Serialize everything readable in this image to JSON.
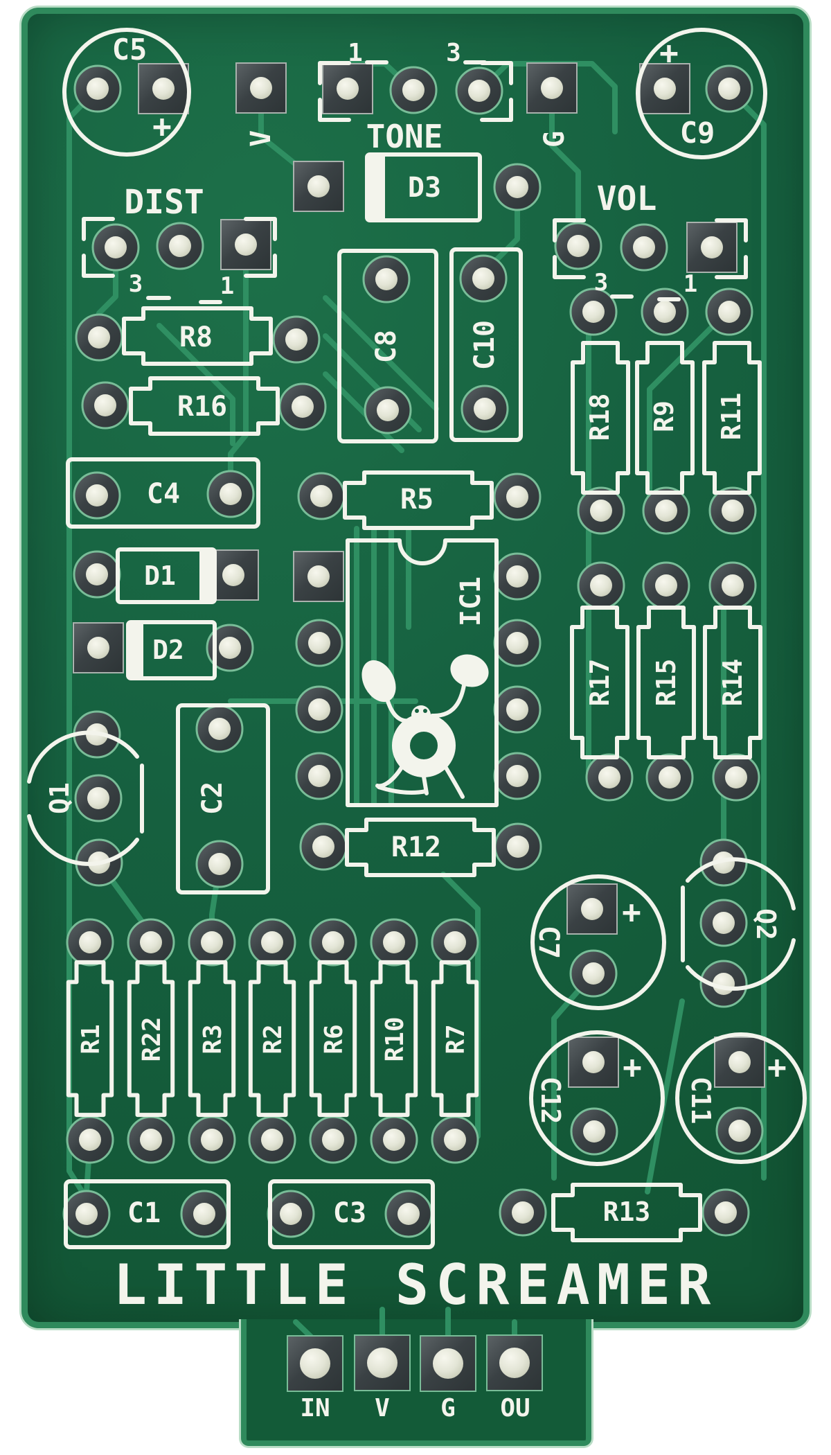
{
  "board": {
    "title": "LITTLE SCREAMER",
    "colors": {
      "pcb": "#166140",
      "trace": "#2f8f62",
      "silkscreen": "#f3f4ec",
      "pad_ring": "#3a4144",
      "pad_hole": "#e3e5d6",
      "background": "#ffffff"
    }
  },
  "polarity_mark": "+",
  "top_labels": {
    "v": "V",
    "g": "G"
  },
  "pots": {
    "tone": {
      "label": "TONE",
      "pin_left": "1",
      "pin_right": "3"
    },
    "dist": {
      "label": "DIST",
      "pin_left": "3",
      "pin_right": "1"
    },
    "vol": {
      "label": "VOL",
      "pin_left": "3",
      "pin_right": "1"
    }
  },
  "ic": {
    "label": "IC1"
  },
  "transistors": {
    "q1": "Q1",
    "q2": "Q2"
  },
  "caps": {
    "c1": "C1",
    "c2": "C2",
    "c3": "C3",
    "c4": "C4",
    "c5": "C5",
    "c7": "C7",
    "c8": "C8",
    "c9": "C9",
    "c10": "C10",
    "c11": "C11",
    "c12": "C12"
  },
  "diodes": {
    "d1": "D1",
    "d2": "D2",
    "d3": "D3"
  },
  "resistors": {
    "r1": "R1",
    "r2": "R2",
    "r3": "R3",
    "r5": "R5",
    "r6": "R6",
    "r7": "R7",
    "r8": "R8",
    "r9": "R9",
    "r10": "R10",
    "r11": "R11",
    "r12": "R12",
    "r13": "R13",
    "r14": "R14",
    "r15": "R15",
    "r16": "R16",
    "r17": "R17",
    "r18": "R18",
    "r22": "R22"
  },
  "bottom_pads": {
    "in": "IN",
    "v": "V",
    "g": "G",
    "out": "OU"
  }
}
